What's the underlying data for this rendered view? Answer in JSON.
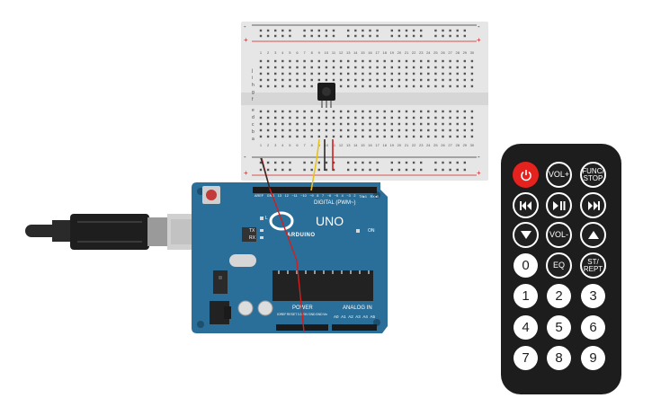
{
  "board": {
    "logo_uno": "UNO",
    "logo_brand": "ARDUINO",
    "header_digital": "DIGITAL (PWM~)",
    "header_power": "POWER",
    "header_analog": "ANALOG IN",
    "led_on": "ON",
    "led_l": "L",
    "led_tx": "TX",
    "led_rx": "RX",
    "top_pins": [
      "AREF",
      "GND",
      "13",
      "12",
      "~11",
      "~10",
      "~9",
      "8",
      "7",
      "~6",
      "~5",
      "4",
      "~3",
      "2",
      "TX▸1",
      "RX◂0"
    ],
    "power_pins": [
      "IOREF",
      "RESET",
      "3.3V",
      "5V",
      "GND",
      "GND",
      "Vin"
    ],
    "analog_pins": [
      "A0",
      "A1",
      "A2",
      "A3",
      "A4",
      "A5"
    ]
  },
  "breadboard": {
    "rail_plus": "+",
    "rail_minus": "-",
    "column_numbers": [
      "1",
      "2",
      "3",
      "4",
      "5",
      "6",
      "7",
      "8",
      "9",
      "10",
      "11",
      "12",
      "13",
      "14",
      "15",
      "16",
      "17",
      "18",
      "19",
      "20",
      "21",
      "22",
      "23",
      "24",
      "25",
      "26",
      "27",
      "28",
      "29",
      "30"
    ],
    "row_letters_top": [
      "j",
      "i",
      "h",
      "g",
      "f"
    ],
    "row_letters_bottom": [
      "e",
      "d",
      "c",
      "b",
      "a"
    ]
  },
  "remote": {
    "buttons": {
      "vol_up": "VOL+",
      "func_stop": "FUNC/\nSTOP",
      "vol_down": "VOL-",
      "num_0": "0",
      "eq": "EQ",
      "st_rept": "ST/\nREPT",
      "num_1": "1",
      "num_2": "2",
      "num_3": "3",
      "num_4": "4",
      "num_5": "5",
      "num_6": "6",
      "num_7": "7",
      "num_8": "8",
      "num_9": "9"
    }
  },
  "colors": {
    "board_blue": "#2a6f99",
    "breadboard": "#e6e6e6",
    "remote_body": "#1d1d1d",
    "power_button": "#e6221e",
    "wire_red": "#d11f1f",
    "wire_yellow": "#e8c21c",
    "wire_black": "#2b2b2b"
  }
}
